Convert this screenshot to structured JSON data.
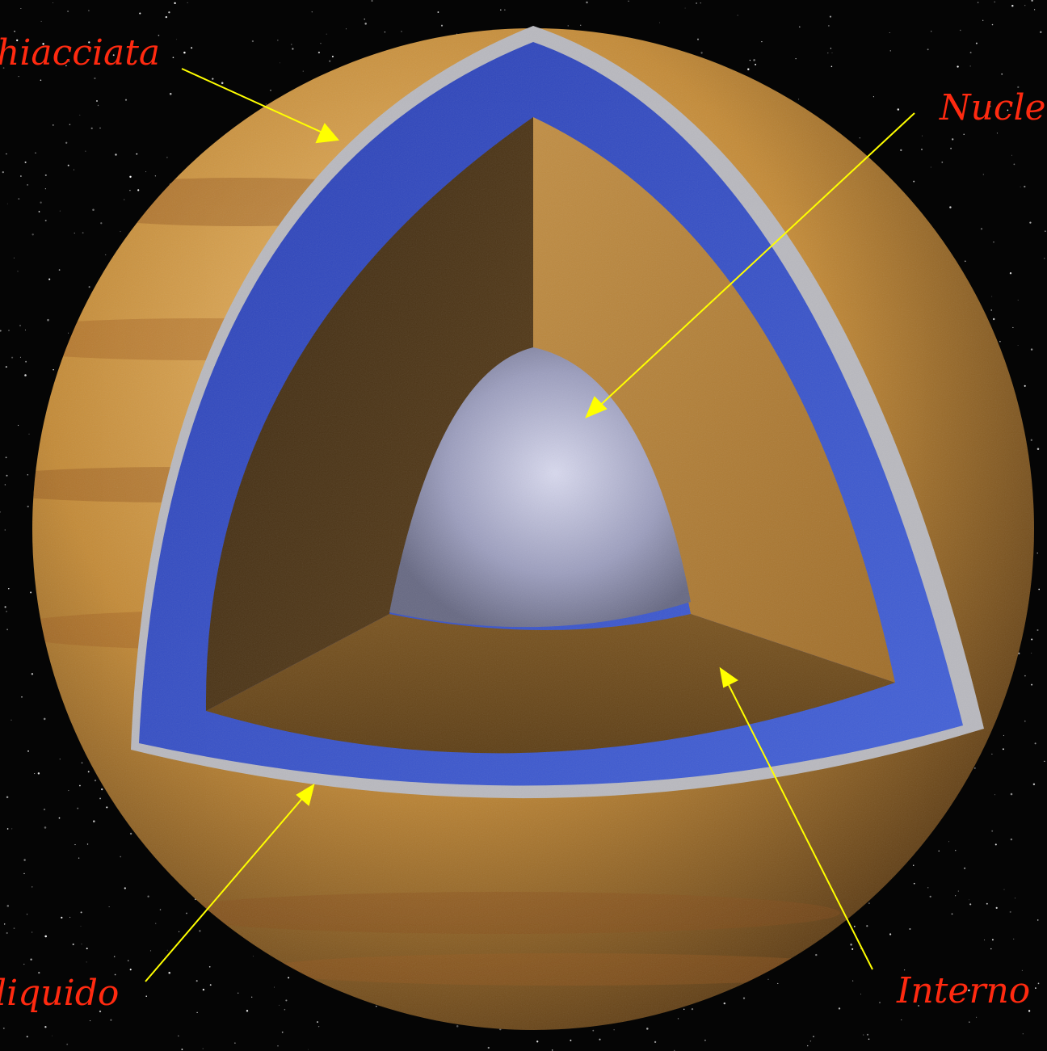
{
  "labels": {
    "crust": "hiacciata",
    "core": "Nucle",
    "ocean": "liquido",
    "mantle": "Interno"
  },
  "colors": {
    "label_text": "#ff2a10",
    "arrow": "#ffff00",
    "background": "#050505",
    "surface": "#c9963e",
    "ocean": "#3550c8",
    "ice_shell": "#c8c8c8",
    "mantle": "#b98632",
    "core": "#a4a6c6"
  },
  "icons": {
    "arrow": "arrow-pointer-icon"
  }
}
